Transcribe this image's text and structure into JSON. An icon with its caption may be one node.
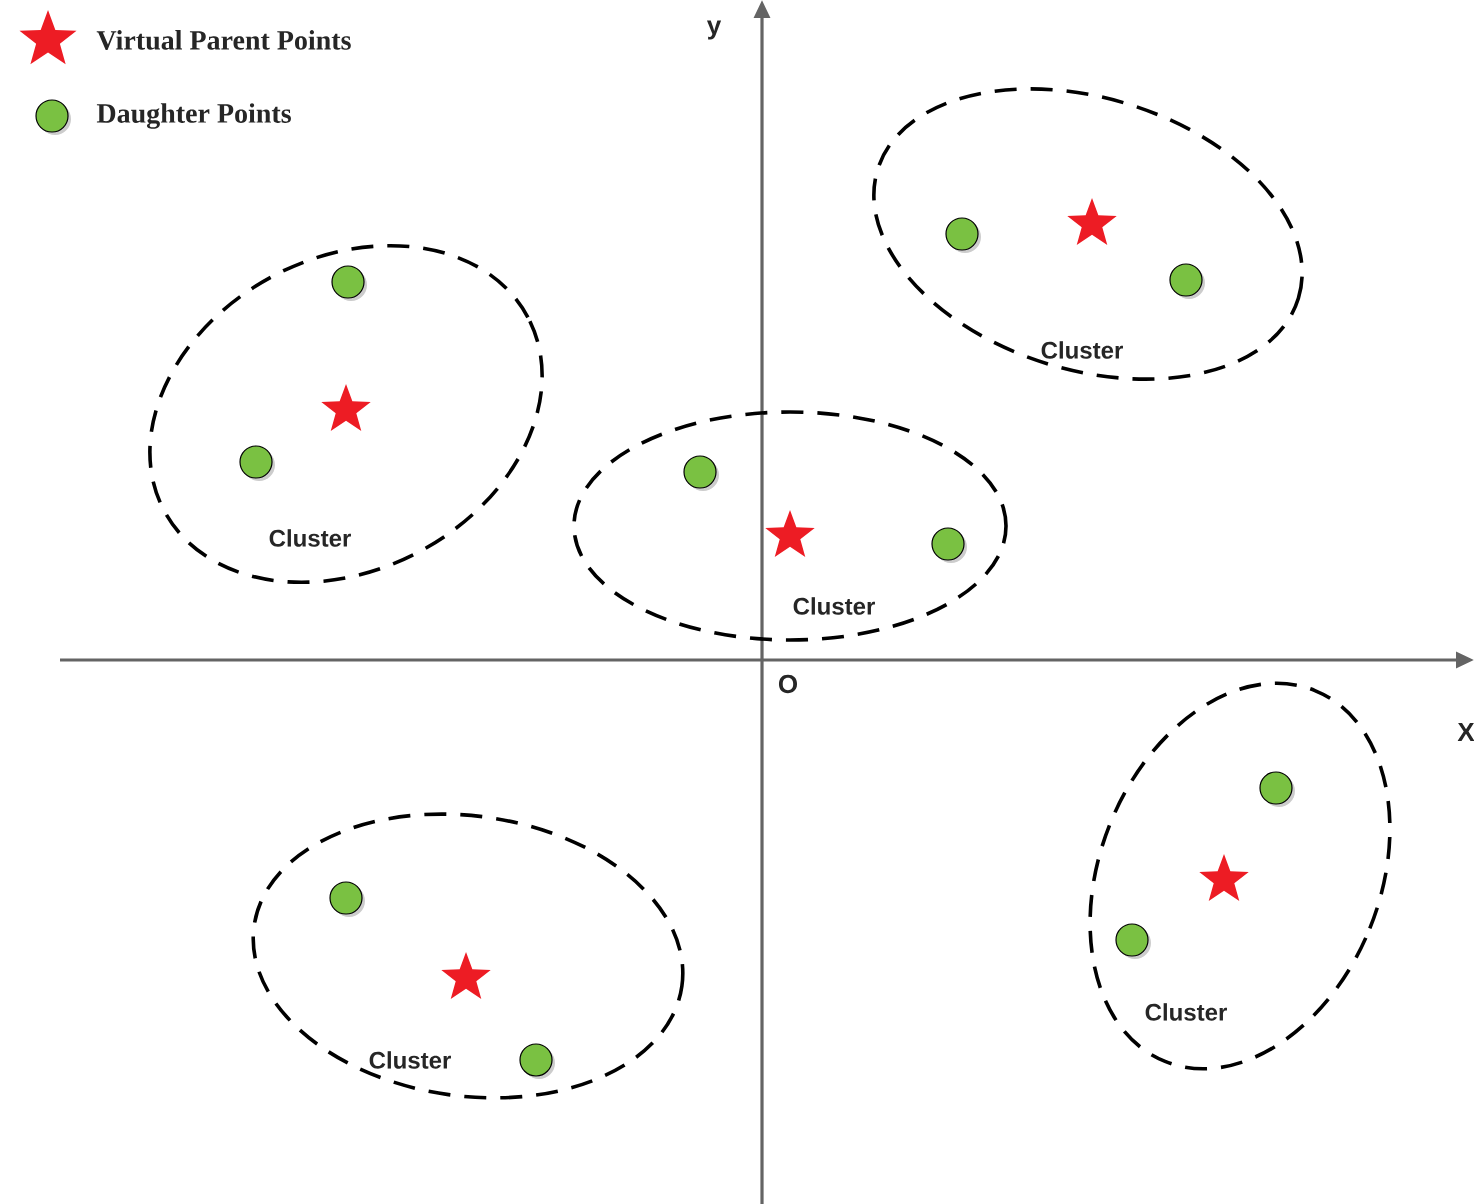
{
  "diagram": {
    "nodes": [
      {
        "text": [
          "Cluster"
        ]
      },
      {
        "text": [
          "Cluster"
        ]
      },
      {
        "text": [
          "Cluster"
        ]
      },
      {
        "text": [
          "Cluster"
        ]
      },
      {
        "text": [
          "Cluster"
        ]
      }
    ],
    "labels": [
      "y",
      "O",
      "X"
    ],
    "legend": [
      {
        "text": "Virtual Parent Points"
      },
      {
        "text": "Daughter Points"
      }
    ]
  }
}
